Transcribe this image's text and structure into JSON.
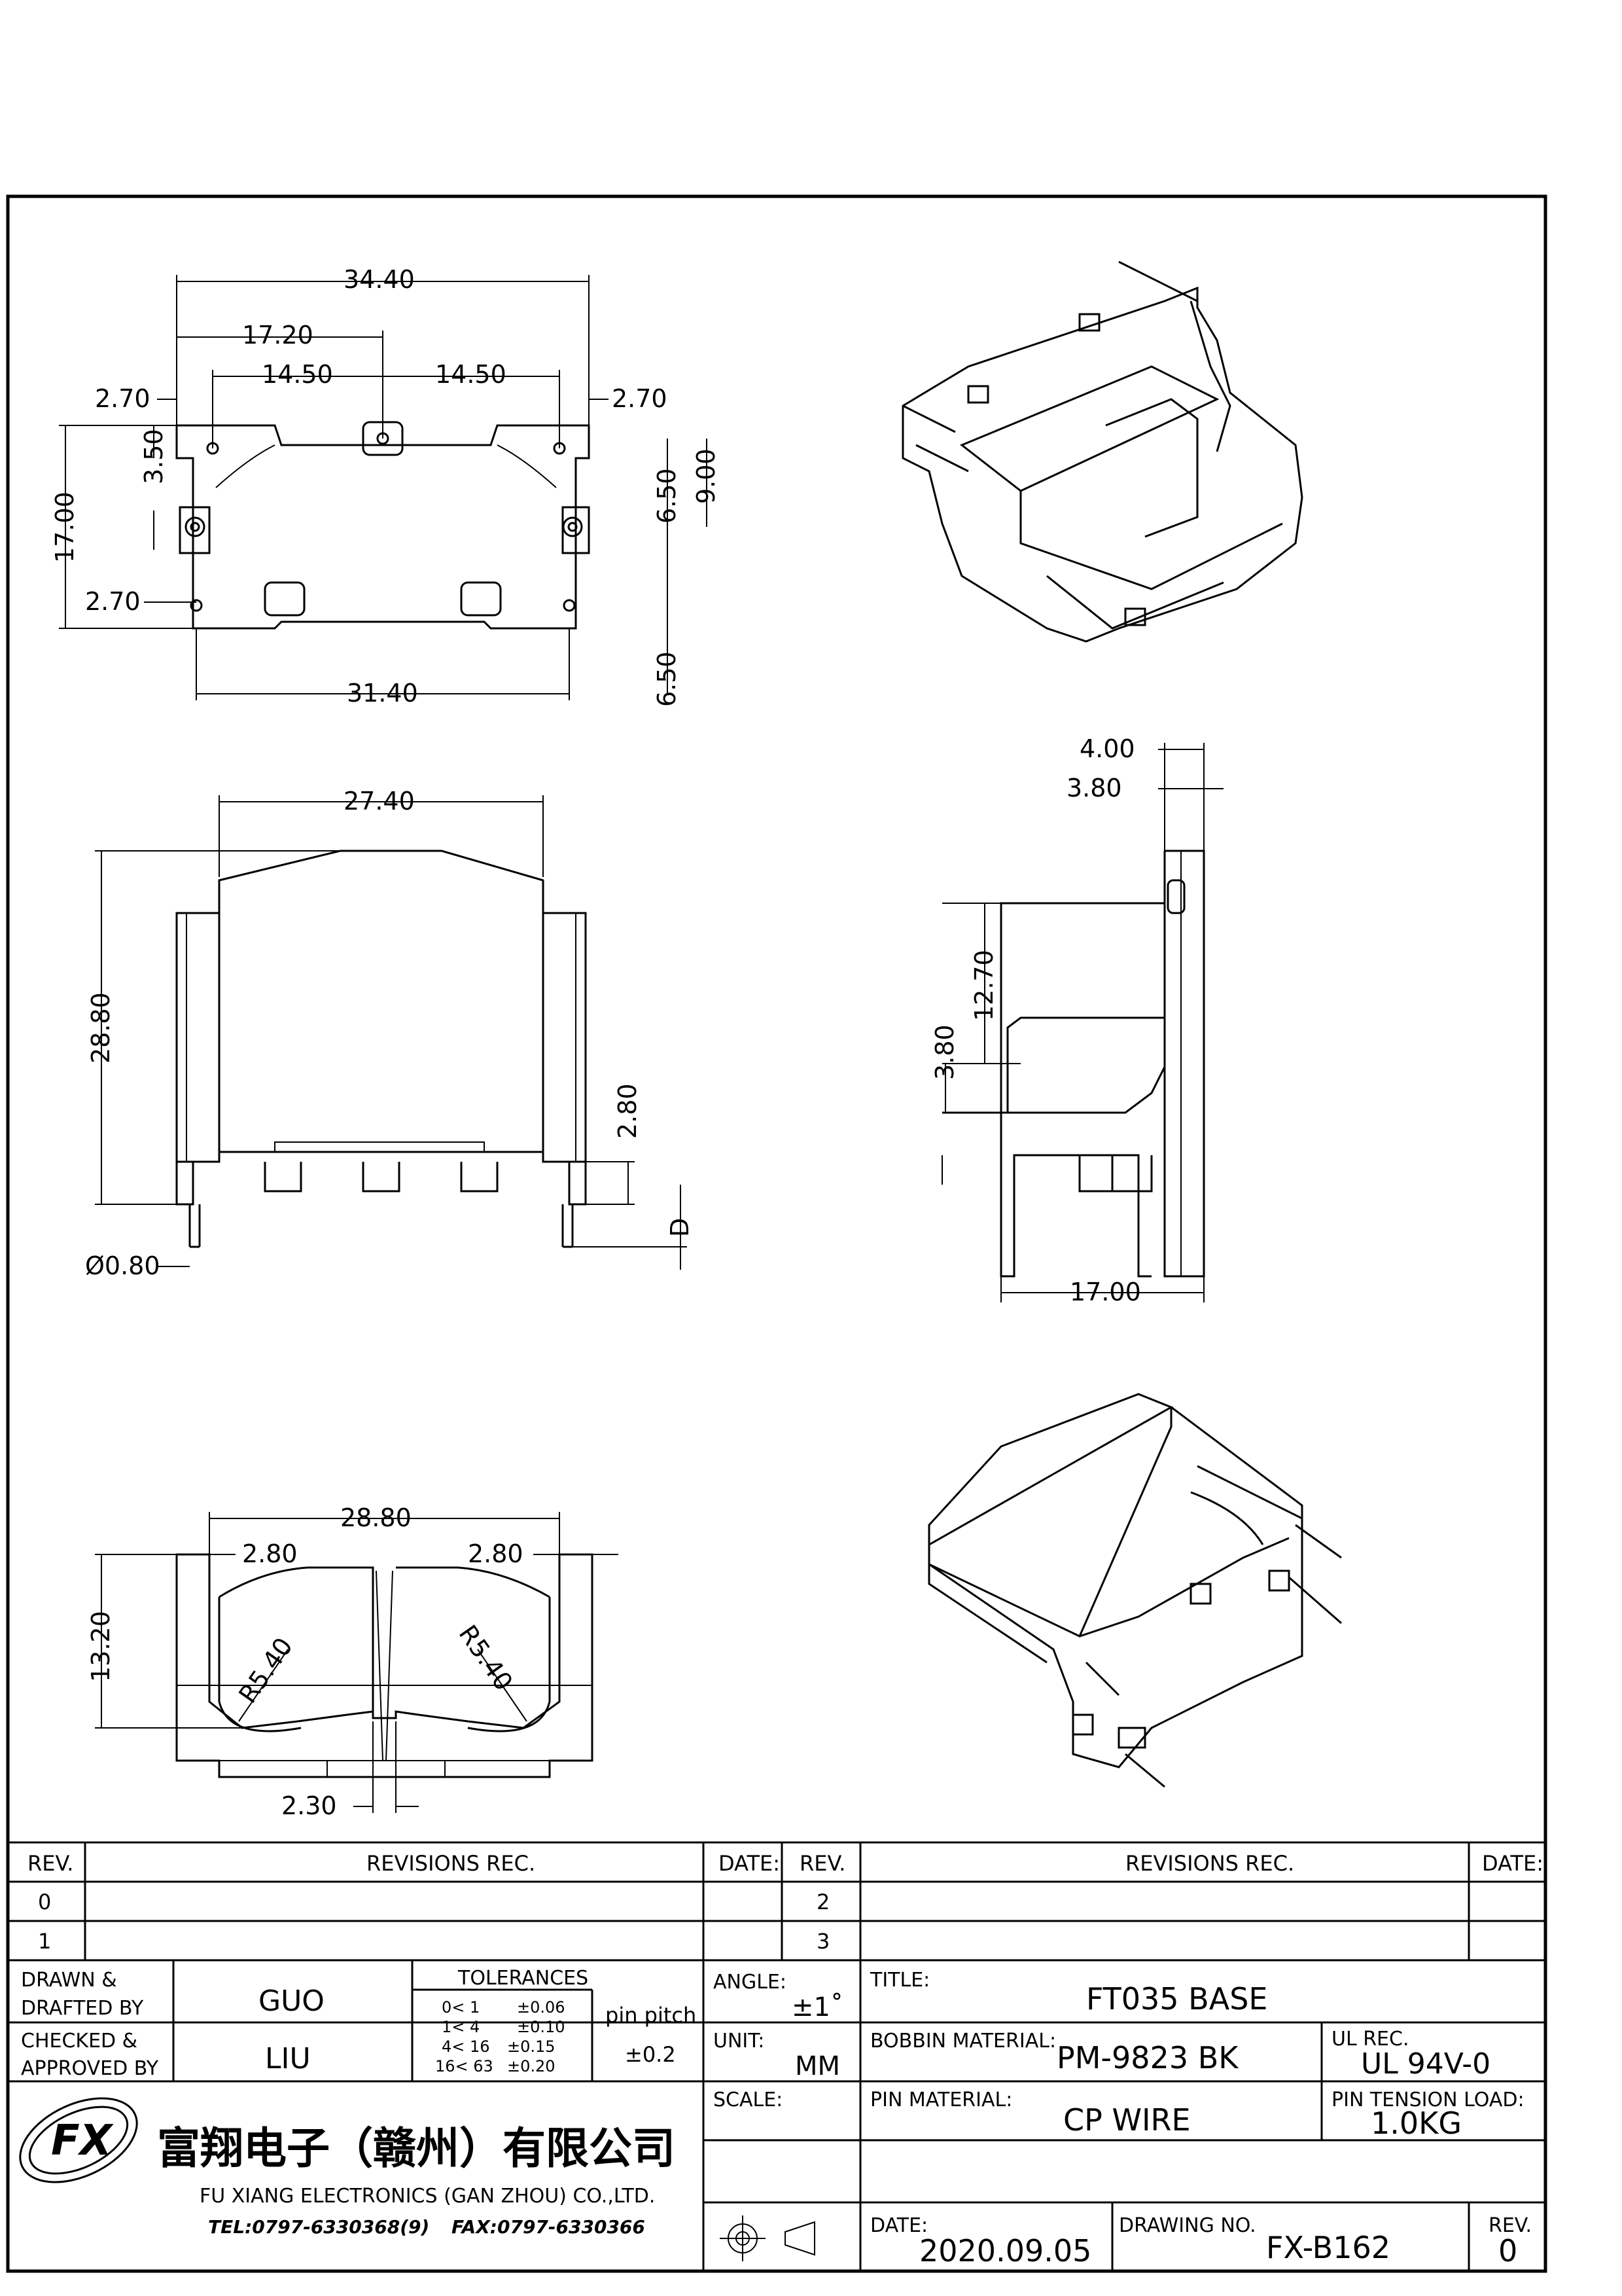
{
  "dimensions": {
    "top_view": {
      "overall_width": "34.40",
      "half_width": "17.20",
      "pin_offset_left": "14.50",
      "pin_offset_right": "14.50",
      "edge_left": "2.70",
      "edge_right": "2.70",
      "pin_y_top": "3.50",
      "height": "17.00",
      "pin_y_bottom": "2.70",
      "pin_y_span": "6.50",
      "pin_y_total": "9.00",
      "pin_y_lower": "6.50",
      "pin_row_width": "31.40"
    },
    "front_view": {
      "top_width": "27.40",
      "height": "28.80",
      "pin_stub": "2.80",
      "pin_length": "D",
      "pin_diameter": "Ø0.80"
    },
    "side_view": {
      "top_a": "4.00",
      "top_b": "3.80",
      "wall_height": "12.70",
      "step_height": "3.80",
      "depth": "17.00"
    },
    "end_view": {
      "width": "28.80",
      "margin_left": "2.80",
      "margin_right": "2.80",
      "height": "13.20",
      "radius_left": "R5.40",
      "radius_right": "R5.40",
      "slot": "2.30"
    }
  },
  "revisions": {
    "header": {
      "rev": "REV.",
      "rec": "REVISIONS   REC.",
      "date": "DATE:"
    },
    "left_rows": [
      "0",
      "1"
    ],
    "right_rows": [
      "2",
      "3"
    ]
  },
  "title_block": {
    "drawn_label": "DRAWN &\nDRAFTED BY",
    "drawn_value": "GUO",
    "checked_label": "CHECKED &\nAPPROVED BY",
    "checked_value": "LIU",
    "tolerances_label": "TOLERANCES",
    "tolerance_rows": [
      {
        "range": "0<   1",
        "tol": "±0.06"
      },
      {
        "range": "1<   4",
        "tol": "±0.10"
      },
      {
        "range": "4<  16",
        "tol": "±0.15"
      },
      {
        "range": "16<  63",
        "tol": "±0.20"
      }
    ],
    "pin_pitch_label": "pin pitch",
    "pin_pitch_value": "±0.2",
    "angle_label": "ANGLE:",
    "angle_value": "±1˚",
    "unit_label": "UNIT:",
    "unit_value": "MM",
    "scale_label": "SCALE:",
    "title_label": "TITLE:",
    "title_value": "FT035  BASE",
    "bobbin_label": "BOBBIN  MATERIAL:",
    "bobbin_value": "PM-9823  BK",
    "ul_label": "UL REC.",
    "ul_value": "UL  94V-0",
    "pin_material_label": "PIN  MATERIAL:",
    "pin_material_value": "CP  WIRE",
    "pin_tension_label": "PIN  TENSION  LOAD:",
    "pin_tension_value": "1.0KG",
    "date_label": "DATE:",
    "date_value": "2020.09.05",
    "drawing_no_label": "DRAWING  NO.",
    "drawing_no_value": "FX-B162",
    "rev_label": "REV.",
    "rev_value": "0",
    "company_cn": "富翔电子（赣州）有限公司",
    "company_en": "FU XIANG ELECTRONICS (GAN ZHOU) CO.,LTD.",
    "tel": "TEL:0797-6330368(9)",
    "fax": "FAX:0797-6330366",
    "logo_text": "FX"
  }
}
